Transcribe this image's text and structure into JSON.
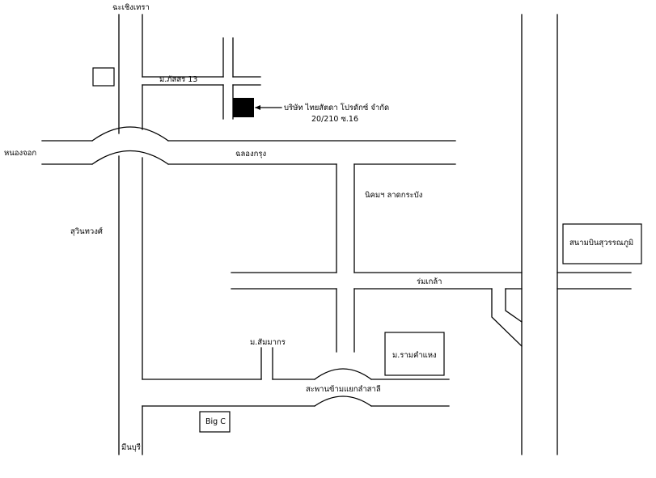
{
  "map": {
    "roads": {
      "north": "ฉะเชิงเทรา",
      "west": "หนองจอก",
      "chalong_krung": "ฉลองกรุง",
      "suwinthawong": "สุวินทวงศ์",
      "romklao": "ร่มเกล้า",
      "min_buri": "มีนบุรี",
      "overpass": "สะพานข้ามแยกลำสาลี"
    },
    "places": {
      "moo_bhansorn": "ม.ภัสสร 13",
      "company_name": "บริษัท ไทยสัตดา โปรดักซ์ จำกัด",
      "company_address": "20/210 ซ.16",
      "industrial_estate": "นิคมฯ ลาดกระบัง",
      "ramkhamhaeng": "ม.รามคำแหง",
      "moo_samamakorn": "ม.สัมมากร",
      "big_c": "Big C",
      "airport": "สนามบินสุวรรณภูมิ"
    }
  }
}
